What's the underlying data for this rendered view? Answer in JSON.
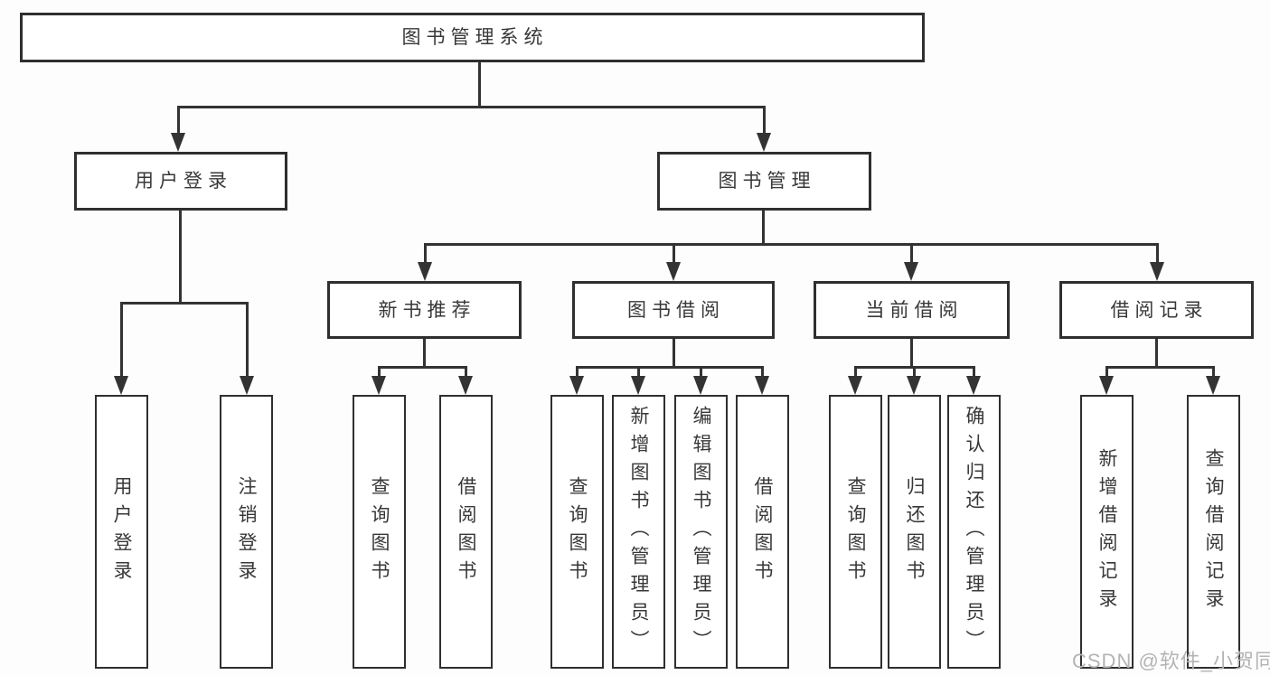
{
  "colors": {
    "line": "#333333",
    "box_border": "#2f2f2f",
    "text": "#383838",
    "background": "#fdfdfd",
    "watermark": "#b4b4b4"
  },
  "tree": {
    "root": {
      "label": "图书管理系统"
    },
    "children": [
      {
        "label": "用户登录",
        "leaves": [
          {
            "label": "用户登录"
          },
          {
            "label": "注销登录"
          }
        ]
      },
      {
        "label": "图书管理",
        "children": [
          {
            "label": "新书推荐",
            "leaves": [
              {
                "label": "查询图书"
              },
              {
                "label": "借阅图书"
              }
            ]
          },
          {
            "label": "图书借阅",
            "leaves": [
              {
                "label": "查询图书"
              },
              {
                "label": "新增图书（管理员）"
              },
              {
                "label": "编辑图书（管理员）"
              },
              {
                "label": "借阅图书"
              }
            ]
          },
          {
            "label": "当前借阅",
            "leaves": [
              {
                "label": "查询图书"
              },
              {
                "label": "归还图书"
              },
              {
                "label": "确认归还（管理员）"
              }
            ]
          },
          {
            "label": "借阅记录",
            "leaves": [
              {
                "label": "新增借阅记录"
              },
              {
                "label": "查询借阅记录"
              }
            ]
          }
        ]
      }
    ]
  },
  "watermark": {
    "text": "CSDN @软件_小贺同学"
  }
}
